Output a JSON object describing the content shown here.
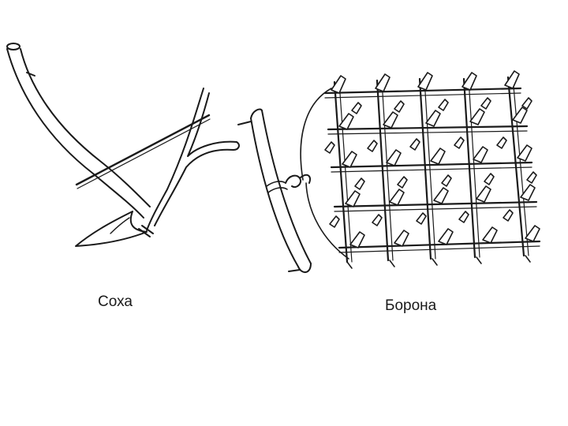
{
  "labels": {
    "sokha": "Соха",
    "borona": "Борона"
  },
  "colors": {
    "ink": "#1a1a1a",
    "background": "#ffffff"
  },
  "icons": {
    "plough": "wooden-plough-illustration",
    "harrow": "wooden-harrow-illustration"
  }
}
